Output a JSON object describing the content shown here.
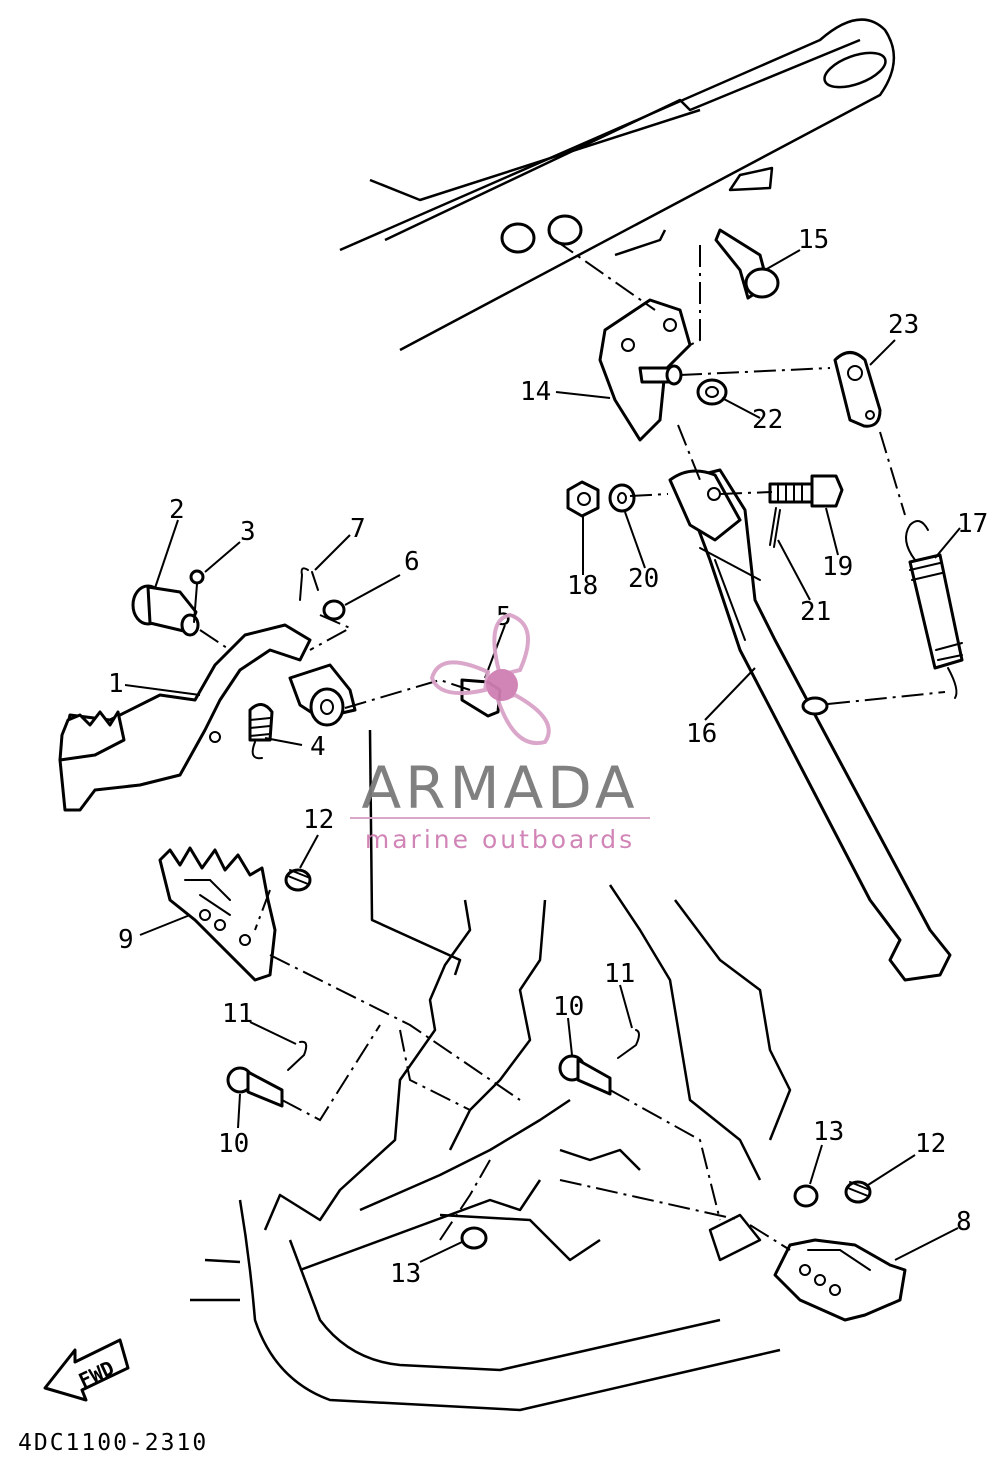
{
  "diagram_code": "4DC1100-2310",
  "direction_marker": "FWD",
  "watermark": {
    "brand": "ARMADA",
    "tagline": "marine outboards",
    "brand_color": "#7a7a7a",
    "logo_color": "#d9a3c8",
    "logo_accent": "#cf7fb4"
  },
  "callouts": {
    "c1": "1",
    "c2": "2",
    "c3": "3",
    "c4": "4",
    "c5": "5",
    "c6": "6",
    "c7": "7",
    "c8": "8",
    "c9": "9",
    "c10a": "10",
    "c10b": "10",
    "c11a": "11",
    "c11b": "11",
    "c12a": "12",
    "c12b": "12",
    "c13a": "13",
    "c13b": "13",
    "c14": "14",
    "c15": "15",
    "c16": "16",
    "c17": "17",
    "c18": "18",
    "c19": "19",
    "c20": "20",
    "c21": "21",
    "c22": "22",
    "c23": "23"
  }
}
